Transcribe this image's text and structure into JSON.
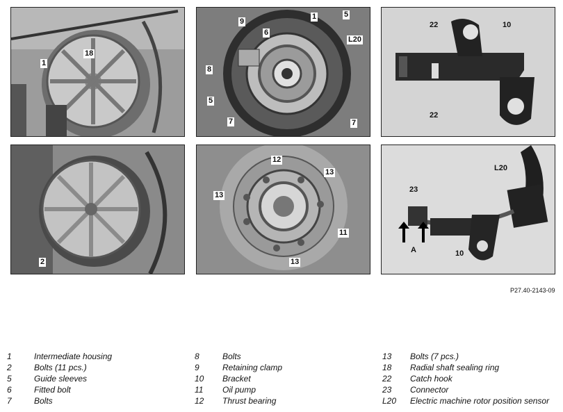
{
  "panels": [
    {
      "id": "p1",
      "callouts": [
        "18",
        "1"
      ]
    },
    {
      "id": "p2",
      "callouts": [
        "9",
        "1",
        "5",
        "6",
        "L20",
        "8",
        "5",
        "7",
        "7"
      ]
    },
    {
      "id": "p3",
      "callouts": [
        "22",
        "10",
        "22"
      ]
    },
    {
      "id": "p4",
      "callouts": [
        "2"
      ]
    },
    {
      "id": "p5",
      "callouts": [
        "12",
        "13",
        "13",
        "11",
        "13"
      ]
    },
    {
      "id": "p6",
      "callouts": [
        "L20",
        "23",
        "A",
        "10"
      ]
    }
  ],
  "figure_code": "P27.40-2143-09",
  "legend": [
    [
      {
        "num": "1",
        "text": "Intermediate housing"
      },
      {
        "num": "2",
        "text": "Bolts (11 pcs.)"
      },
      {
        "num": "5",
        "text": "Guide sleeves"
      },
      {
        "num": "6",
        "text": "Fitted bolt"
      },
      {
        "num": "7",
        "text": "Bolts"
      }
    ],
    [
      {
        "num": "8",
        "text": "Bolts"
      },
      {
        "num": "9",
        "text": "Retaining clamp"
      },
      {
        "num": "10",
        "text": "Bracket"
      },
      {
        "num": "11",
        "text": "Oil pump"
      },
      {
        "num": "12",
        "text": "Thrust bearing"
      }
    ],
    [
      {
        "num": "13",
        "text": "Bolts (7 pcs.)"
      },
      {
        "num": "18",
        "text": "Radial shaft sealing ring"
      },
      {
        "num": "22",
        "text": "Catch hook"
      },
      {
        "num": "23",
        "text": "Connector"
      },
      {
        "num": "L20",
        "text": "Electric machine rotor position sensor"
      }
    ]
  ]
}
